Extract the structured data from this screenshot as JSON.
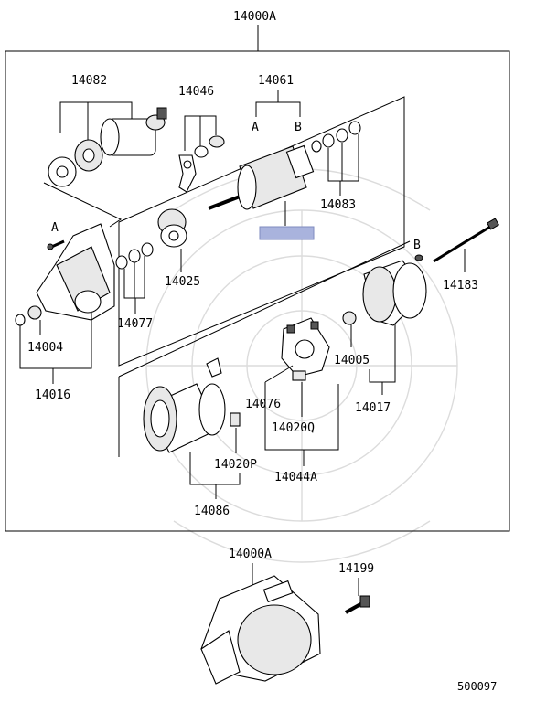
{
  "labels": {
    "top_assembly": "14000A",
    "solenoid": "14082",
    "lever_set": "14046",
    "armature": "14061",
    "armature_a": "A",
    "armature_b": "B",
    "washer_set": "14083",
    "housing_a": "A",
    "pinion": "14025",
    "pinion_kit": "14077",
    "bushing_kit": "14004",
    "front_housing": "14016",
    "bolt_b": "B",
    "through_bolt": "14183",
    "rear_bushing": "14005",
    "rear_cover": "14017",
    "brush_holder": "14076",
    "brush_spring": "14020Q",
    "brush_holder_kit": "14044A",
    "yoke_brush": "14020P",
    "yoke": "14086",
    "bottom_assembly": "14000A",
    "mount_bolt": "14199",
    "catalog_code": "500097"
  },
  "colors": {
    "highlight": "#a9b3dd",
    "watermark": "#dcdcdc"
  }
}
